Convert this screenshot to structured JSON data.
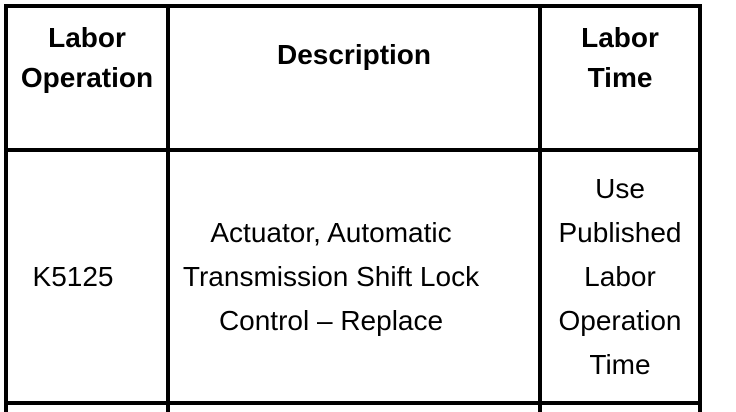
{
  "table": {
    "columns": [
      {
        "header": "Labor\nOperation"
      },
      {
        "header": "Description"
      },
      {
        "header": "Labor\nTime"
      }
    ],
    "rows": [
      {
        "labor_operation": "K5125",
        "description": "Actuator, Automatic\nTransmission Shift Lock\nControl – Replace",
        "labor_time": "Use\nPublished\nLabor\nOperation\nTime"
      }
    ],
    "colors": {
      "border": "#000000",
      "background": "#ffffff",
      "text": "#000000"
    }
  }
}
